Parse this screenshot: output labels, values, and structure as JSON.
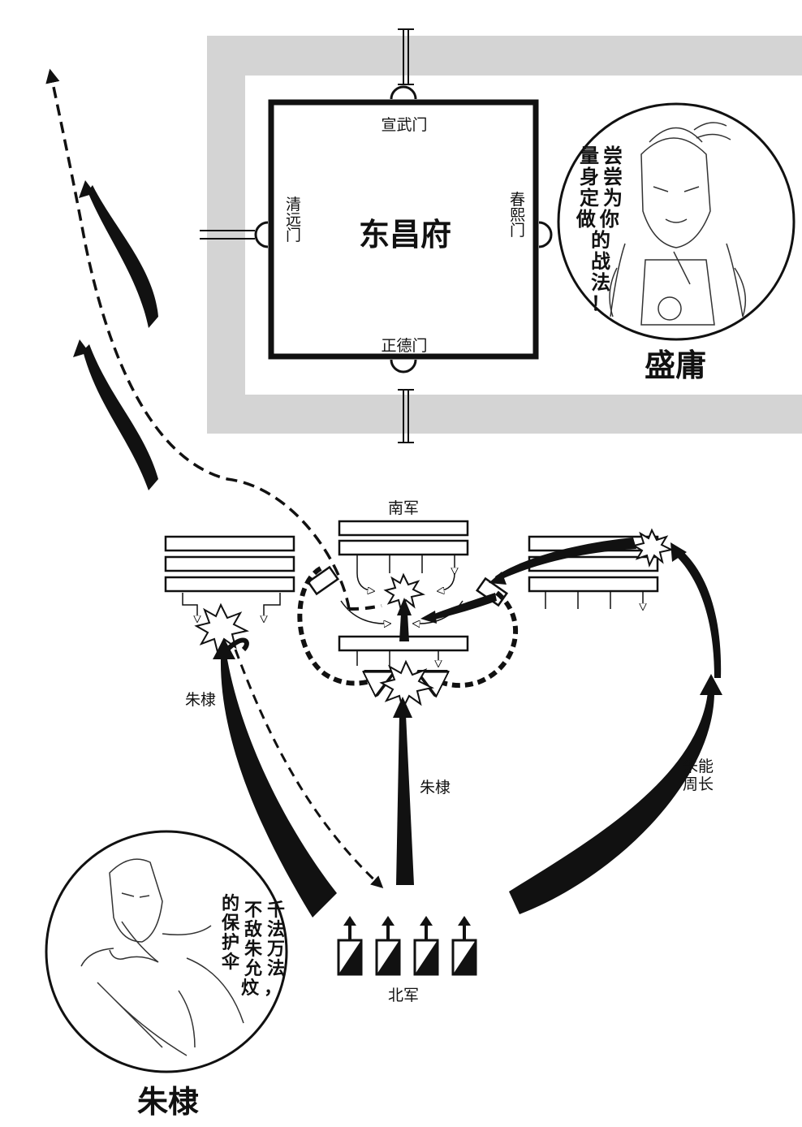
{
  "city": {
    "name": "东昌府",
    "gates": {
      "north": "宣武门",
      "south": "正德门",
      "west": "清远门",
      "east": "春熙门"
    }
  },
  "armies": {
    "south": "南军",
    "north": "北军"
  },
  "commanders": {
    "left_route": "朱棣",
    "center_route": "朱棣",
    "right_route": "朱能周长"
  },
  "portraits": {
    "sheng_yong": {
      "name": "盛庸",
      "speech": "尝尝为你量身定做的战法！"
    },
    "zhu_di": {
      "name": "朱棣",
      "speech": "千法万法，不敌朱允炆的保护伞"
    }
  }
}
